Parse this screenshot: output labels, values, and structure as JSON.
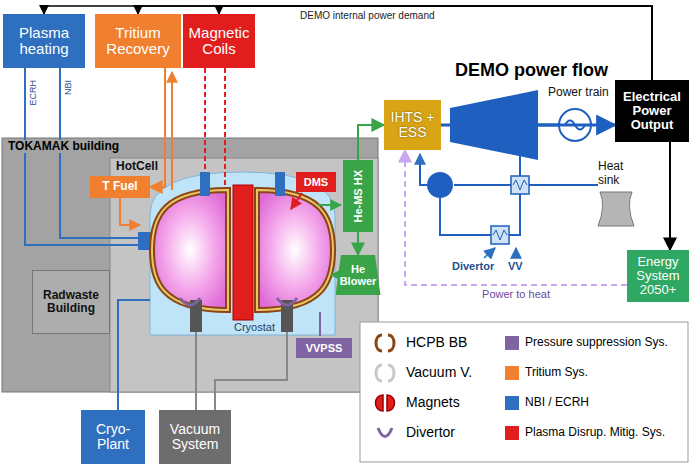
{
  "diagram": {
    "title": "DEMO power flow",
    "nodes": [
      {
        "text": [
          "Plasma heating"
        ]
      },
      {
        "text": [
          "Tritium Recovery"
        ]
      },
      {
        "text": [
          "Magnetic Coils"
        ]
      },
      {
        "text": [
          "TOKAMAK building"
        ]
      },
      {
        "text": [
          "HotCell"
        ],
        "in": 3
      },
      {
        "text": [
          "T Fuel"
        ],
        "in": 3
      },
      {
        "text": [
          "Radwaste Building"
        ],
        "in": 3
      },
      {
        "text": [
          "DMS"
        ],
        "in": 4
      },
      {
        "text": [
          "He-MS HX"
        ],
        "in": 4
      },
      {
        "text": [
          "He Blower"
        ],
        "in": 4
      },
      {
        "text": [
          "VVPSS"
        ],
        "in": 4
      },
      {
        "text": [
          "Cryo-Plant"
        ]
      },
      {
        "text": [
          "Vacuum System"
        ]
      },
      {
        "text": [
          "IHTS + ESS"
        ]
      },
      {
        "text": [
          "Electrical Power Output"
        ]
      },
      {
        "text": [
          "Energy System 2050+"
        ]
      }
    ],
    "edges": [
      {
        "from": 1,
        "to": 5,
        "arrow": "to"
      },
      {
        "from": 8,
        "to": 9,
        "arrow": "to"
      },
      {
        "from": 8,
        "to": 13,
        "arrow": "to"
      },
      {
        "from": 13,
        "to": 14,
        "arrow": "to"
      },
      {
        "from": 14,
        "to": 15,
        "arrow": "to"
      },
      {
        "from": 15,
        "to": 13,
        "label": "Power to heat",
        "arrow": "to"
      },
      {
        "from": 14,
        "to": 2,
        "arrow": "to"
      },
      {
        "from": 14,
        "to": 1,
        "arrow": "to"
      },
      {
        "from": 14,
        "to": 0,
        "arrow": "to"
      }
    ],
    "labels": [
      "DEMO internal power demand",
      "ECRH",
      "NBI",
      "Cryostat",
      "Power train",
      "Heat sink",
      "Divertor",
      "VV"
    ],
    "legend": [
      {
        "text": "HCPB BB"
      },
      {
        "text": "Pressure suppression Sys.",
        "color": "#8064a2"
      },
      {
        "text": "Vacuum V."
      },
      {
        "text": "Tritium Sys.",
        "color": "#f0802f"
      },
      {
        "text": "Magnets"
      },
      {
        "text": "NBI / ECRH",
        "color": "#2e6fc0"
      },
      {
        "text": "Divertor"
      },
      {
        "text": "Plasma Disrup. Mitig. Sys.",
        "color": "#e21d1d"
      }
    ]
  }
}
